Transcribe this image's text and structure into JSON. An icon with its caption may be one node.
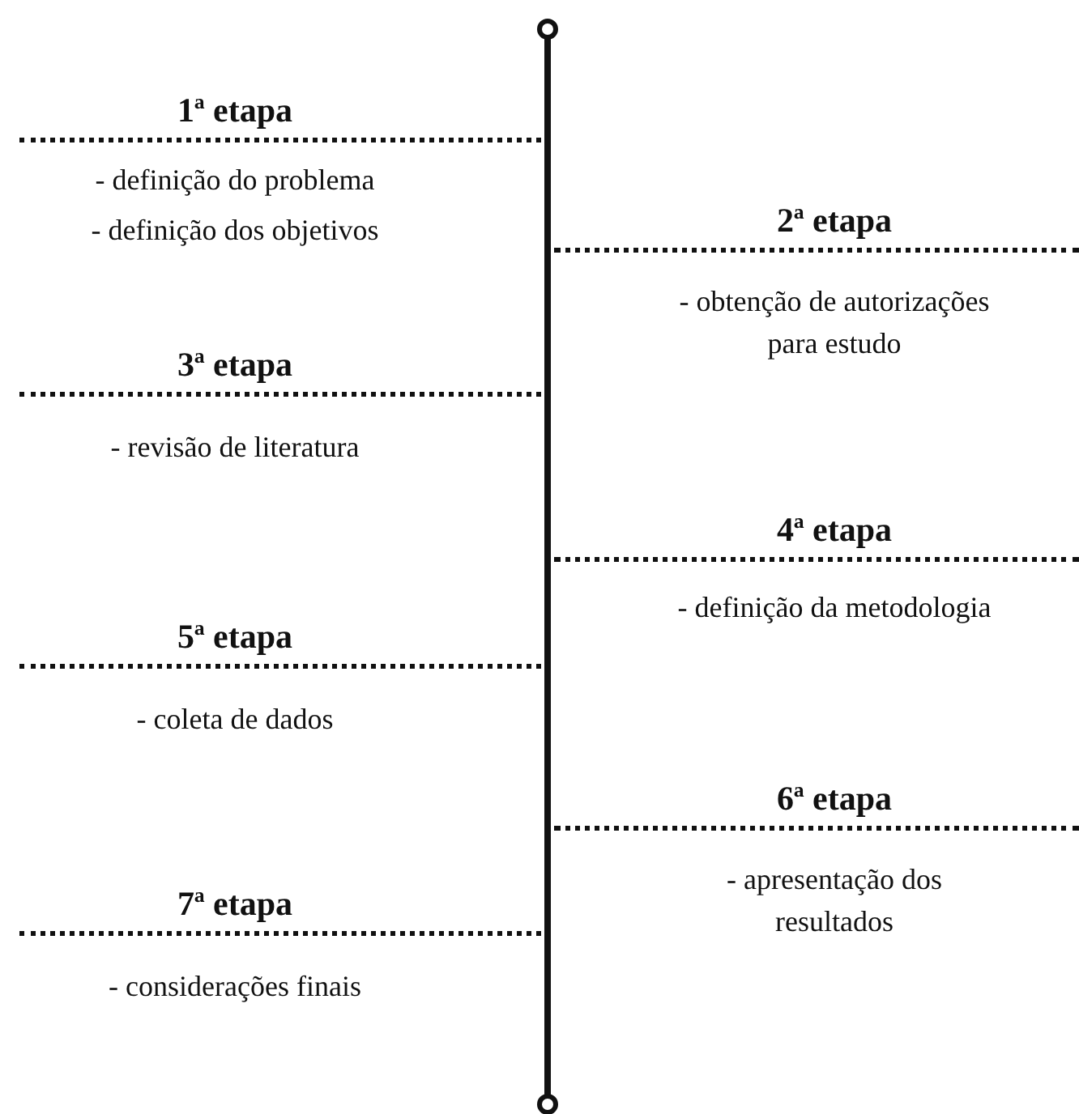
{
  "diagram": {
    "labels": [
      "1ª etapa",
      "- definição do problema",
      "- definição dos objetivos",
      "2ª etapa",
      "- obtenção de autorizações para estudo",
      "3ª etapa",
      "- revisão de literatura",
      "4ª etapa",
      "- definição da metodologia",
      "5ª etapa",
      "- coleta de dados",
      "6ª etapa",
      "- apresentação dos resultados",
      "7ª etapa",
      "- considerações finais"
    ]
  }
}
